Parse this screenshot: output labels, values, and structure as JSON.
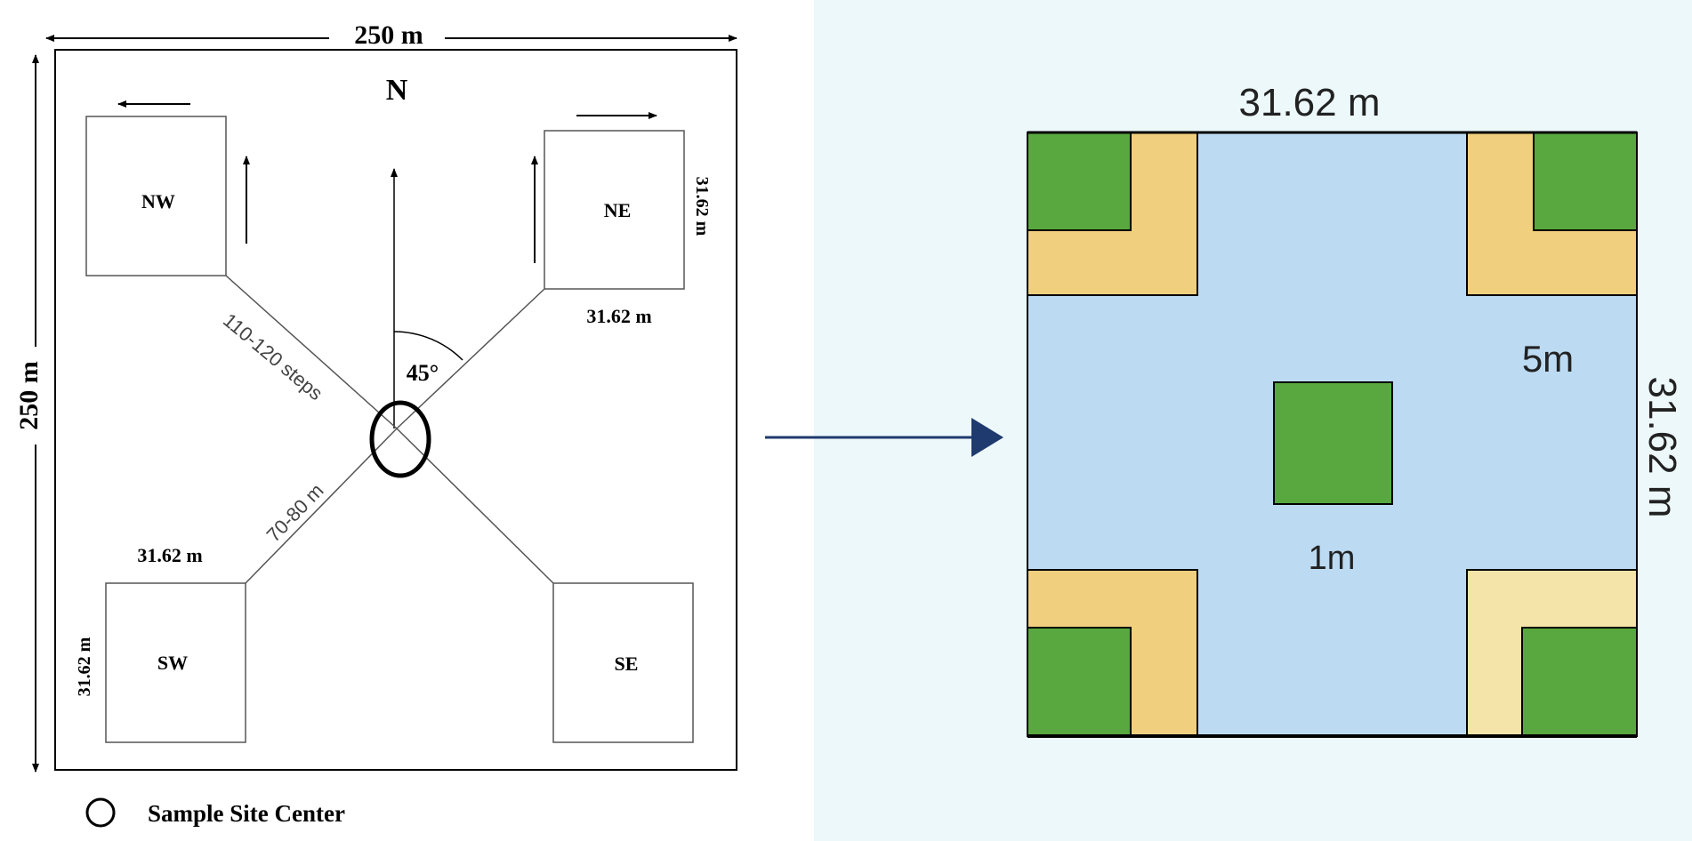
{
  "left_diagram": {
    "top_dimension": "250 m",
    "side_dimension": "250 m",
    "north_label": "N",
    "plots": {
      "nw": "NW",
      "ne": "NE",
      "sw": "SW",
      "se": "SE"
    },
    "plot_size_ne_side": "31.62 m",
    "plot_size_ne_bottom": "31.62 m",
    "plot_size_sw_top": "31.62 m",
    "plot_size_sw_side": "31.62 m",
    "diagonal_steps_label": "110-120 steps",
    "diagonal_distance_label": "70-80 m",
    "angle_label": "45°",
    "legend_label": "Sample Site Center"
  },
  "right_diagram": {
    "top_dimension": "31.62 m",
    "side_dimension": "31.62 m",
    "label_5m": "5m",
    "label_1m": "1m",
    "colors": {
      "panel_background": "#ecf8fa",
      "plot_fill": "#bcdbf3",
      "subplot_5m": "#f0cf7f",
      "subplot_5m_light": "#f5e4a9",
      "subplot_1m": "#58a83f",
      "outline": "#000000",
      "arrow": "#1f3a6e"
    }
  }
}
